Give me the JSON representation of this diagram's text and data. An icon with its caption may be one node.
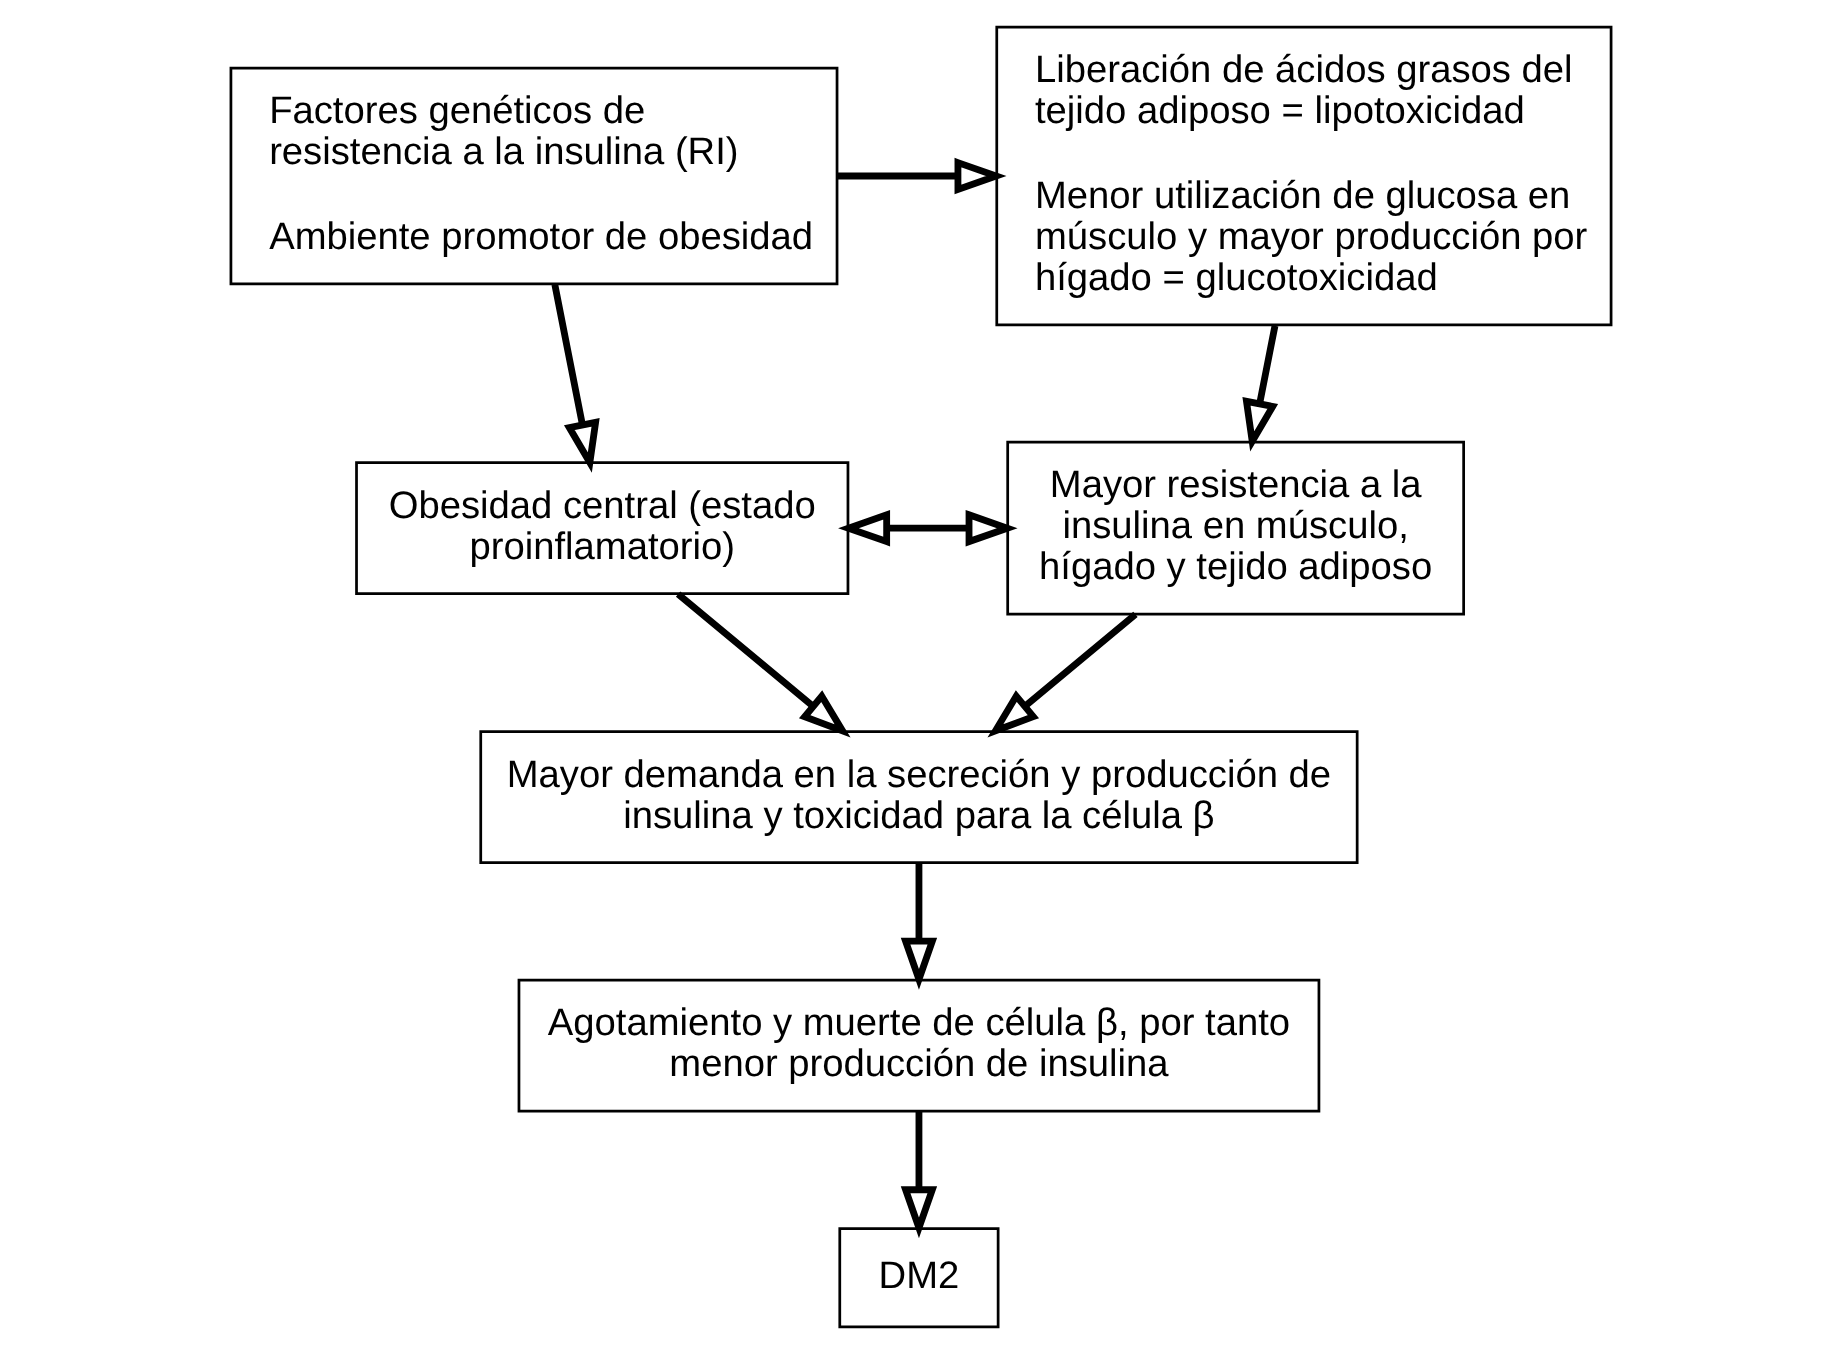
{
  "diagram": {
    "nodes": [
      {
        "text": [
          "Factores genéticos de resistencia a la insulina (RI)",
          "Ambiente promotor de obesidad"
        ]
      },
      {
        "text": [
          "Liberación de ácidos grasos del tejido adiposo = lipotoxicidad",
          "Menor utilización de glucosa en músculo y mayor producción por hígado = glucotoxicidad"
        ]
      },
      {
        "text": [
          "Obesidad central (estado proinflamatorio)"
        ]
      },
      {
        "text": [
          "Mayor resistencia a la insulina en músculo, hígado y tejido adiposo"
        ]
      },
      {
        "text": [
          "Mayor demanda en la secreción y producción de insulina y toxicidad para la célula β"
        ]
      },
      {
        "text": [
          "Agotamiento y muerte de célula β, por tanto menor producción de insulina"
        ]
      },
      {
        "text": [
          "DM2"
        ]
      }
    ],
    "edges": [
      {
        "from": 0,
        "to": 1,
        "arrow": "to"
      },
      {
        "from": 0,
        "to": 2,
        "arrow": "to"
      },
      {
        "from": 1,
        "to": 3,
        "arrow": "to"
      },
      {
        "from": 2,
        "to": 3,
        "arrow": "both"
      },
      {
        "from": 2,
        "to": 4,
        "arrow": "to"
      },
      {
        "from": 3,
        "to": 4,
        "arrow": "to"
      },
      {
        "from": 4,
        "to": 5,
        "arrow": "to"
      },
      {
        "from": 5,
        "to": 6,
        "arrow": "to"
      }
    ]
  }
}
